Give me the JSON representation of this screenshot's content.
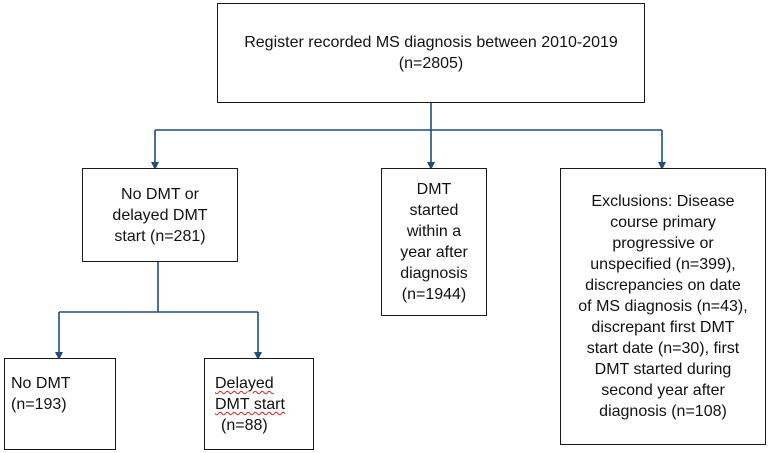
{
  "colors": {
    "connector": "#1f4e79",
    "box_border": "#1a1a1a"
  },
  "boxes": {
    "root": {
      "line1": "Register recorded MS diagnosis between 2010-2019",
      "line2": "(n=2805)"
    },
    "no_dmt_or_delayed": {
      "lines": [
        "No DMT or",
        "delayed DMT",
        "start (n=281)"
      ]
    },
    "dmt_within_year": {
      "lines": [
        "DMT",
        "started",
        "within a",
        "year after",
        "diagnosis",
        "(n=1944)"
      ]
    },
    "exclusions": {
      "lines": [
        "Exclusions: Disease",
        "course primary",
        "progressive or",
        "unspecified (n=399),",
        "discrepancies on date",
        "of MS diagnosis (n=43),",
        "discrepant first DMT",
        "start date (n=30), first",
        "DMT started during",
        "second year after",
        "diagnosis (n=108)"
      ]
    },
    "no_dmt": {
      "lines": [
        "No DMT",
        "(n=193)"
      ]
    },
    "delayed_dmt_start": {
      "lines": [
        "Delayed",
        "DMT start",
        "(n=88)"
      ]
    }
  }
}
